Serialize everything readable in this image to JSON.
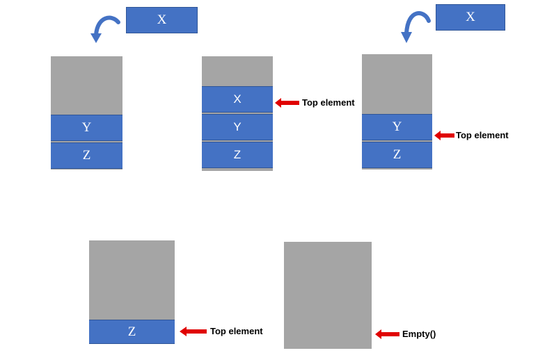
{
  "colors": {
    "element": "#4472c4",
    "stack": "#a5a5a5",
    "pointer": "#e00000",
    "curl": "#4472c4"
  },
  "stages": [
    {
      "popped": "X",
      "cells": [
        "Y",
        "Z"
      ]
    },
    {
      "cells": [
        "X",
        "Y",
        "Z"
      ],
      "pointer_label": "Top element"
    },
    {
      "popped": "X",
      "cells": [
        "Y",
        "Z"
      ],
      "pointer_label": "Top element"
    },
    {
      "cells": [
        "Z"
      ],
      "pointer_label": "Top element"
    },
    {
      "cells": [],
      "pointer_label": "Empty()"
    }
  ],
  "icons": {
    "curl": "curved-arrow-icon",
    "pointer": "left-arrow-icon"
  }
}
